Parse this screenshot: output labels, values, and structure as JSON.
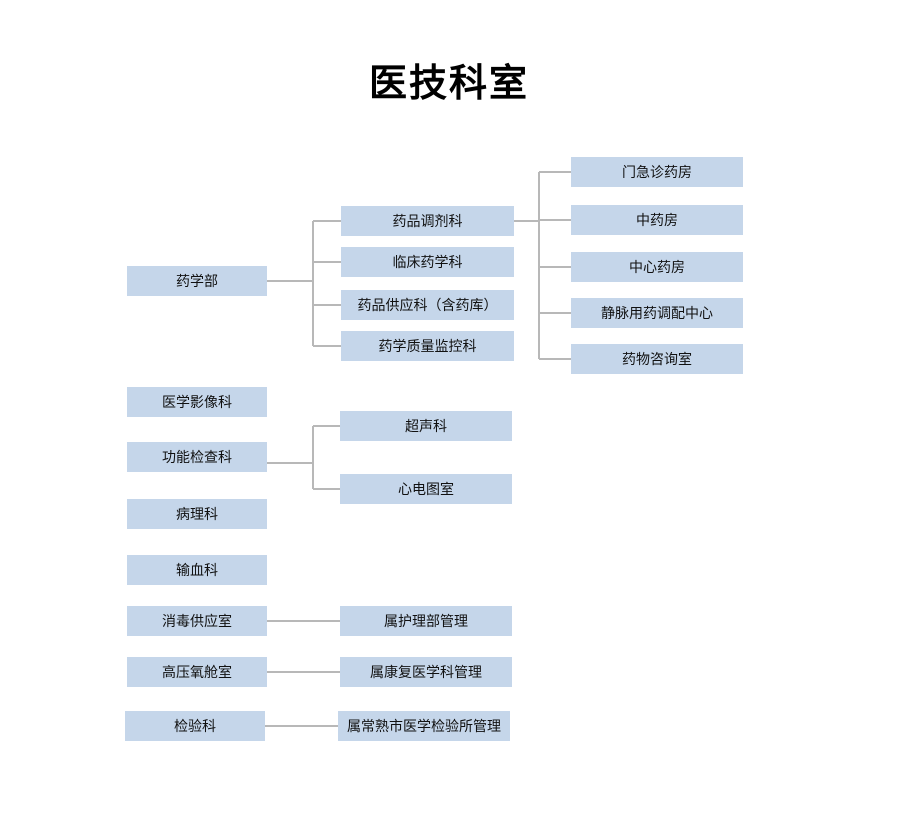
{
  "title": "医技科室",
  "colors": {
    "box": "#c5d6ea",
    "line": "#b8b8b8",
    "text": "#111111"
  },
  "nodes": {
    "pharmacy": "药学部",
    "dispensing": "药品调剂科",
    "clinical_pharmacy": "临床药学科",
    "drug_supply": "药品供应科（含药库）",
    "quality": "药学质量监控科",
    "outpatient_pharmacy": "门急诊药房",
    "tcm_pharmacy": "中药房",
    "central_pharmacy": "中心药房",
    "iv_center": "静脉用药调配中心",
    "consult_room": "药物咨询室",
    "imaging": "医学影像科",
    "function_exam": "功能检查科",
    "ultrasound": "超声科",
    "ecg": "心电图室",
    "pathology": "病理科",
    "transfusion": "输血科",
    "disinfection": "消毒供应室",
    "nursing_note": "属护理部管理",
    "hyperbaric": "高压氧舱室",
    "rehab_note": "属康复医学科管理",
    "laboratory": "检验科",
    "lab_note": "属常熟市医学检验所管理"
  }
}
